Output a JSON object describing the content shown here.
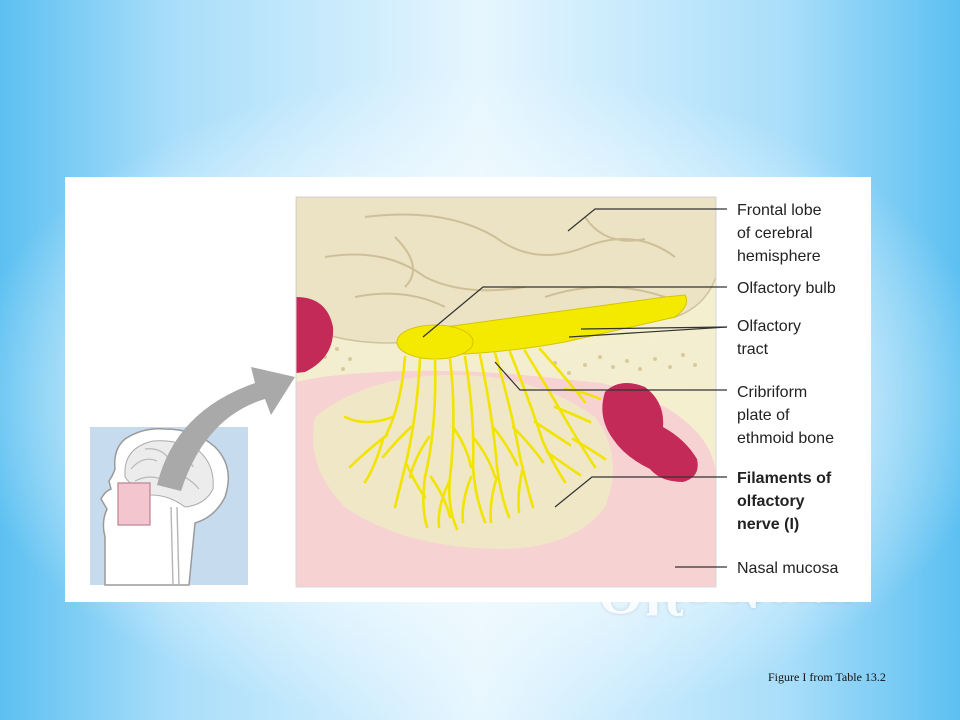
{
  "background_word": "Olfactory",
  "diagram": {
    "labels": {
      "frontal_lobe": "Frontal lobe\nof cerebral\nhemisphere",
      "olfactory_bulb": "Olfactory bulb",
      "olfactory_tract": "Olfactory\ntract",
      "cribriform_plate": "Cribriform\nplate of\nethmoid bone",
      "filaments": "Filaments of\nolfactory\nnerve (I)",
      "nasal_mucosa": "Nasal mucosa"
    },
    "colors": {
      "nerve_yellow": "#f3ea00",
      "brain_tan": "#ece3c4",
      "mucosa_pink": "#f7d2d2",
      "sinus_red": "#c32a58",
      "arrow_gray": "#a9a9a9",
      "inset_blue": "#c6dcee"
    }
  },
  "caption": "Figure I from Table 13.2"
}
